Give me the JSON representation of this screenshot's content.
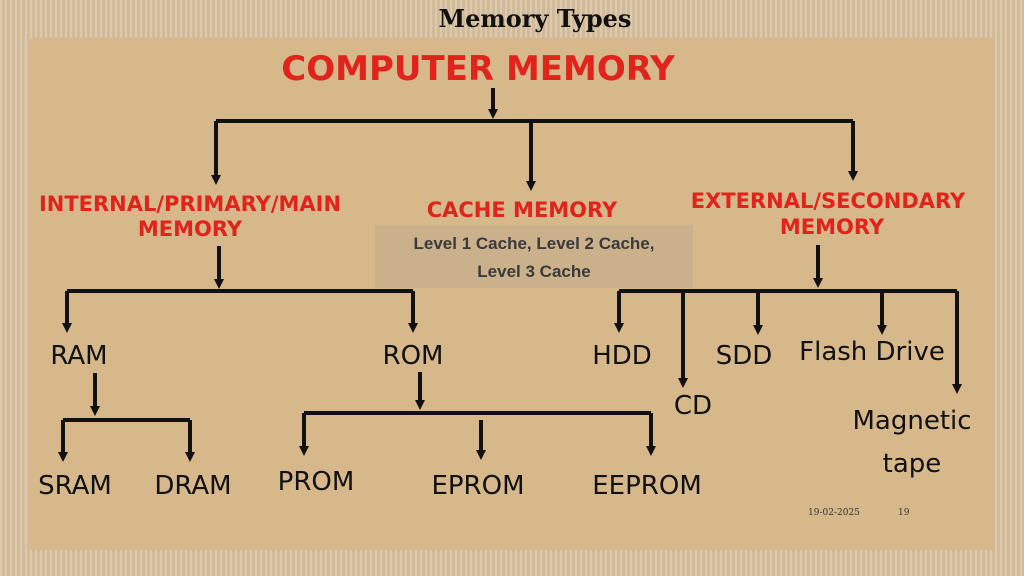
{
  "slide": {
    "title": "Memory Types",
    "date": "19-02-2025",
    "page_number": "19"
  },
  "diagram": {
    "root": "COMPUTER MEMORY",
    "categories": {
      "internal_line1": "INTERNAL/PRIMARY/MAIN",
      "internal_line2": "MEMORY",
      "cache": "CACHE MEMORY",
      "external_line1": "EXTERNAL/SECONDARY",
      "external_line2": "MEMORY"
    },
    "cache_levels_line1": "Level 1 Cache, Level 2 Cache,",
    "cache_levels_line2": "Level 3 Cache",
    "internal_children": {
      "ram": "RAM",
      "rom": "ROM"
    },
    "ram_children": {
      "sram": "SRAM",
      "dram": "DRAM"
    },
    "rom_children": {
      "prom": "PROM",
      "eprom": "EPROM",
      "eeprom": "EEPROM"
    },
    "external_children": {
      "hdd": "HDD",
      "cd": "CD",
      "sdd": "SDD",
      "flash": "Flash Drive",
      "magnetic_line1": "Magnetic",
      "magnetic_line2": "tape"
    },
    "colors": {
      "heading_red": "#e0231b",
      "arrow_black": "#111111",
      "panel_tan": "#d7b88a"
    }
  }
}
